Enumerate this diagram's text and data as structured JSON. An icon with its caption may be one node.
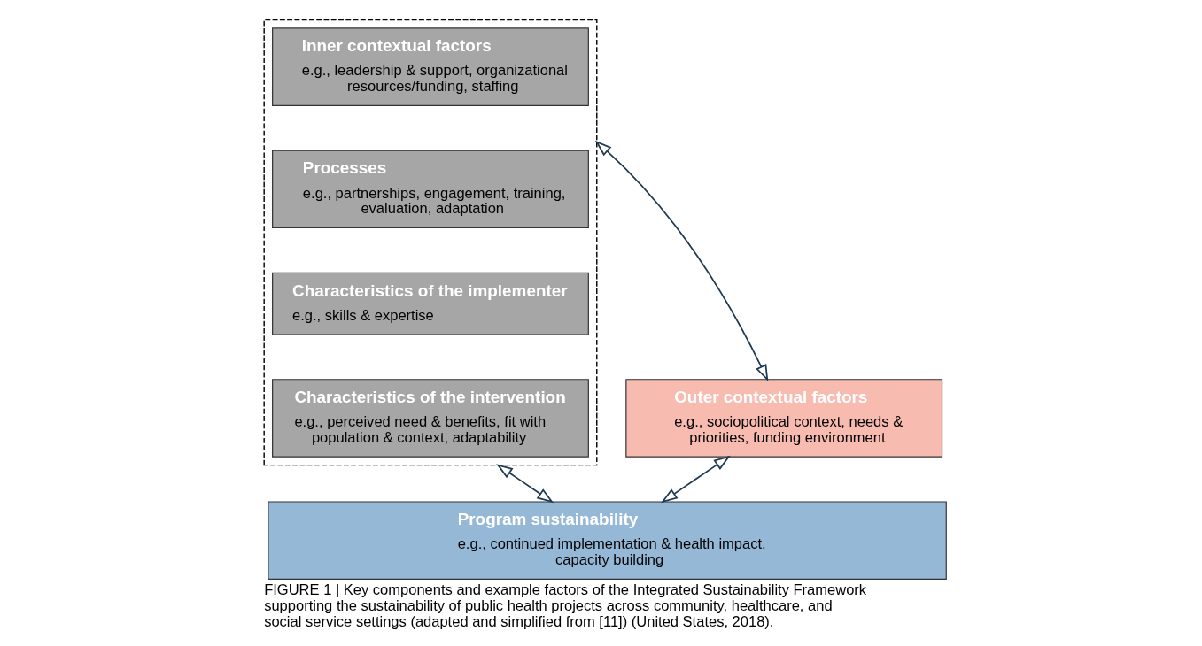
{
  "diagram": {
    "caption": "FIGURE 1 | Key components and example factors of the Integrated Sustainability Framework supporting the sustainability of public health projects across community, healthcare, and social service settings (adapted and simplified from [11]) (United States, 2018).",
    "nodes": [
      {
        "text": [],
        "shape": "box"
      },
      {
        "text": [
          "Inner contextual factors",
          "e.g., leadership & support, organizational resources/funding, staffing"
        ],
        "in": 0
      },
      {
        "text": [
          "Processes",
          "e.g., partnerships, engagement, training, evaluation, adaptation"
        ],
        "in": 0
      },
      {
        "text": [
          "Characteristics of the implementer",
          "e.g., skills & expertise"
        ],
        "in": 0
      },
      {
        "text": [
          "Characteristics of the intervention",
          "e.g., perceived need & benefits, fit with population & context, adaptability"
        ],
        "in": 0
      },
      {
        "text": [
          "Outer contextual factors",
          "e.g., sociopolitical context, needs & priorities, funding environment"
        ]
      },
      {
        "text": [
          "Program sustainability",
          "e.g., continued implementation & health impact, capacity building"
        ]
      }
    ],
    "edges": [
      {
        "from": 5,
        "to": 0,
        "arrow": "both"
      },
      {
        "from": 5,
        "to": 6,
        "arrow": "both"
      },
      {
        "from": 0,
        "to": 6,
        "arrow": "both"
      }
    ]
  }
}
